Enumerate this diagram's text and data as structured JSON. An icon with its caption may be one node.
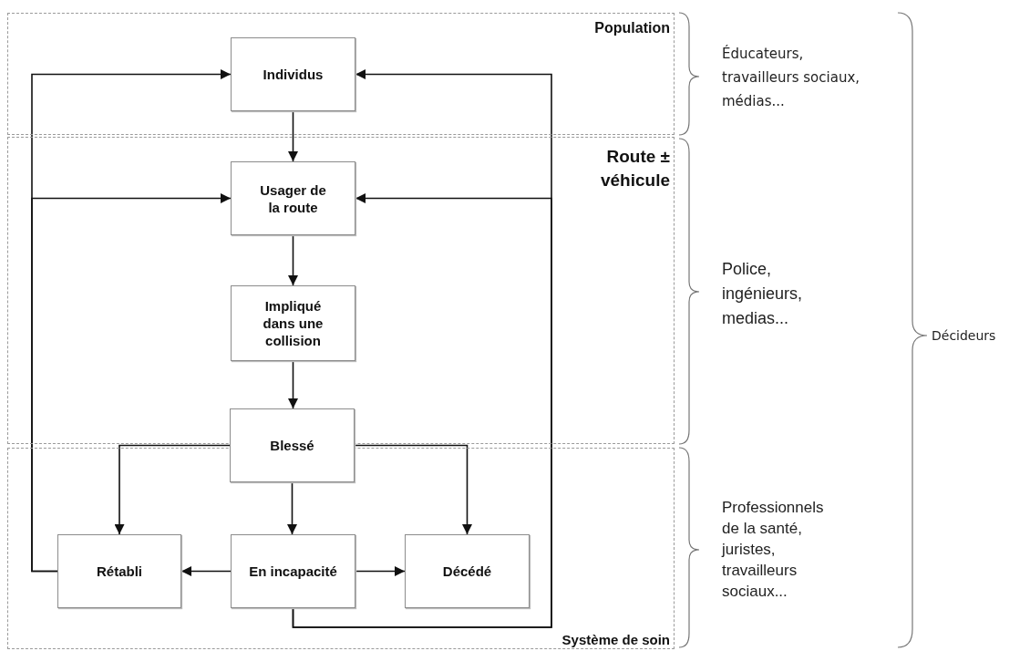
{
  "diagram": {
    "nodes": [
      {
        "text": [
          "Population"
        ]
      },
      {
        "text": [
          "Individus"
        ],
        "in": 0
      },
      {
        "text": [
          "Route ± véhicule"
        ]
      },
      {
        "text": [
          "Usager de la route"
        ],
        "in": 2
      },
      {
        "text": [
          "Impliqué dans une collision"
        ],
        "in": 2
      },
      {
        "text": [
          "Système de soin"
        ]
      },
      {
        "text": [
          "Blessé"
        ]
      },
      {
        "text": [
          "Rétabli"
        ],
        "in": 5
      },
      {
        "text": [
          "En incapacité"
        ],
        "in": 5
      },
      {
        "text": [
          "Décédé"
        ],
        "in": 5
      }
    ],
    "edges": [
      {
        "from": 1,
        "to": 3,
        "arrow": "to"
      },
      {
        "from": 3,
        "to": 4,
        "arrow": "to"
      },
      {
        "from": 4,
        "to": 6,
        "arrow": "to"
      },
      {
        "from": 6,
        "to": 7,
        "arrow": "to"
      },
      {
        "from": 6,
        "to": 8,
        "arrow": "to"
      },
      {
        "from": 6,
        "to": 9,
        "arrow": "to"
      },
      {
        "from": 8,
        "to": 7,
        "arrow": "to"
      },
      {
        "from": 8,
        "to": 9,
        "arrow": "to"
      },
      {
        "from": 7,
        "to": 1,
        "arrow": "to"
      },
      {
        "from": 7,
        "to": 3,
        "arrow": "to"
      },
      {
        "from": 8,
        "to": 1,
        "arrow": "to"
      },
      {
        "from": 8,
        "to": 3,
        "arrow": "to"
      }
    ],
    "labels": [
      "Éducateurs, travailleurs sociaux, médias...",
      "Police, ingénieurs, medias...",
      "Professionnels de la santé, juristes, travailleurs sociaux...",
      "Décideurs"
    ]
  }
}
